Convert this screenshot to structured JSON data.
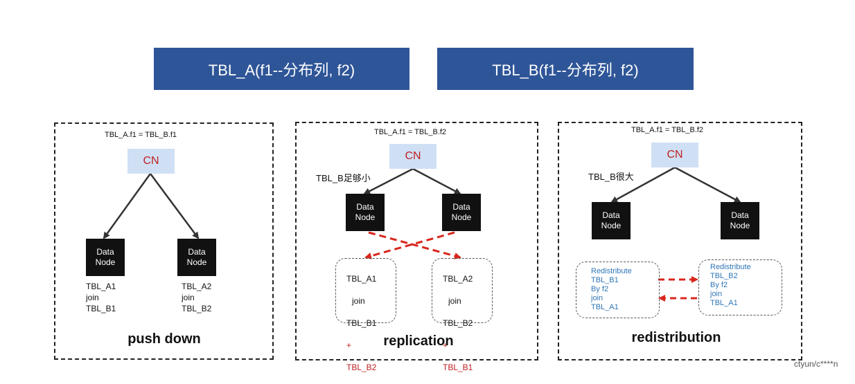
{
  "headers": {
    "table_a": "TBL_A(f1--分布列, f2)",
    "table_b": "TBL_B(f1--分布列, f2)"
  },
  "panels": {
    "push_down": {
      "condition": "TBL_A.f1 = TBL_B.f1",
      "cn": "CN",
      "data_node": "Data\nNode",
      "left_result": "TBL_A1\n    join\n TBL_B1",
      "right_result": "TBL_A2\n    join\n TBL_B2",
      "title": "push down"
    },
    "replication": {
      "condition": "TBL_A.f1 = TBL_B.f2",
      "cn": "CN",
      "note": "TBL_B足够小",
      "data_node": "Data\nNode",
      "left": {
        "l1": "TBL_A1",
        "l2": "  join",
        "l3": " TBL_B1",
        "l4": "+",
        "l5": "TBL_B2"
      },
      "right": {
        "l1": "TBL_A2",
        "l2": "  join",
        "l3": "TBL_B2",
        "l4": "+",
        "l5": "TBL_B1"
      },
      "title": "replication"
    },
    "redistribution": {
      "condition": "TBL_A.f1 = TBL_B.f2",
      "cn": "CN",
      "note": "TBL_B很大",
      "data_node": "Data\nNode",
      "left_box": "Redistribute\nTBL_B1\nBy f2\n    join\nTBL_A1",
      "right_box": "Redistribute\nTBL_B2\nBy f2\n  join\nTBL_A1",
      "title": "redistribution"
    }
  },
  "watermark": "ctyun/c****n",
  "colors": {
    "header_bg": "#2e5597",
    "cn_bg": "#cfe0f5",
    "cn_text": "#c0201f",
    "node_bg": "#111111",
    "red_arrow": "#d9261c",
    "blue_text": "#2e75b6"
  }
}
